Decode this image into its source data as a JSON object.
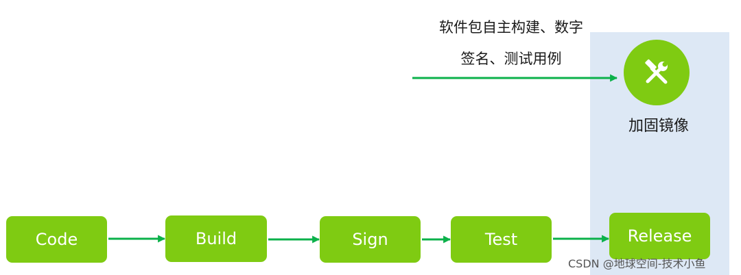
{
  "annotation": {
    "line1": "软件包自主构建、数字",
    "line2": "签名、测试用例"
  },
  "hardening": {
    "icon": "tools-icon",
    "caption": "加固镜像"
  },
  "stages": [
    {
      "label": "Code"
    },
    {
      "label": "Build"
    },
    {
      "label": "Sign"
    },
    {
      "label": "Test"
    },
    {
      "label": "Release"
    }
  ],
  "watermark": "CSDN @地球空间-技术小鱼",
  "colors": {
    "stage_fill": "#7fcb12",
    "arrow": "#0bb14a",
    "highlight_panel": "#dde8f5"
  }
}
